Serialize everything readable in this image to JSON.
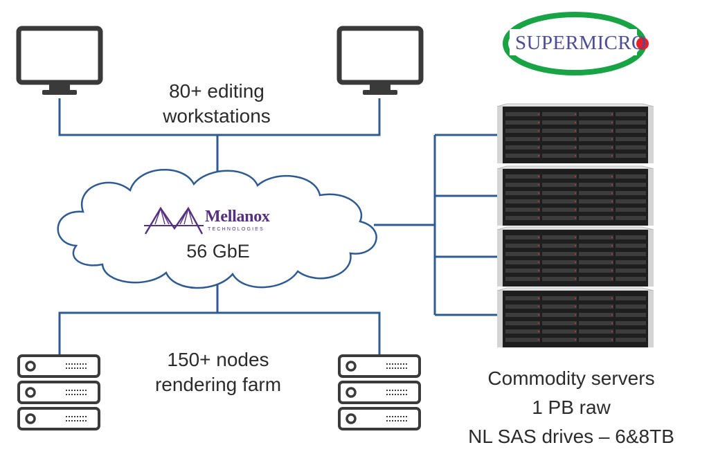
{
  "workstations": {
    "label_line1": "80+ editing",
    "label_line2": "workstations",
    "icon": "monitor-icon",
    "count_drawn": 2
  },
  "network": {
    "vendor": "Mellanox",
    "vendor_subtitle": "TECHNOLOGIES",
    "speed": "56 GbE",
    "icon": "cloud-icon"
  },
  "render_farm": {
    "label_line1": "150+ nodes",
    "label_line2": "rendering farm",
    "icon": "server-stack-icon",
    "count_drawn": 2
  },
  "storage": {
    "vendor": "SUPERMICRO",
    "line1": "Commodity servers",
    "line2": "1 PB raw",
    "line3": "NL SAS drives – 6&8TB",
    "chassis_count": 4
  },
  "colors": {
    "connector": "#2e5a93",
    "icon_stroke": "#3a3a3a",
    "mellanox_purple": "#54307e",
    "supermicro_green": "#18a344",
    "supermicro_red": "#e4202a",
    "chassis_dark": "#1e1e1e"
  }
}
